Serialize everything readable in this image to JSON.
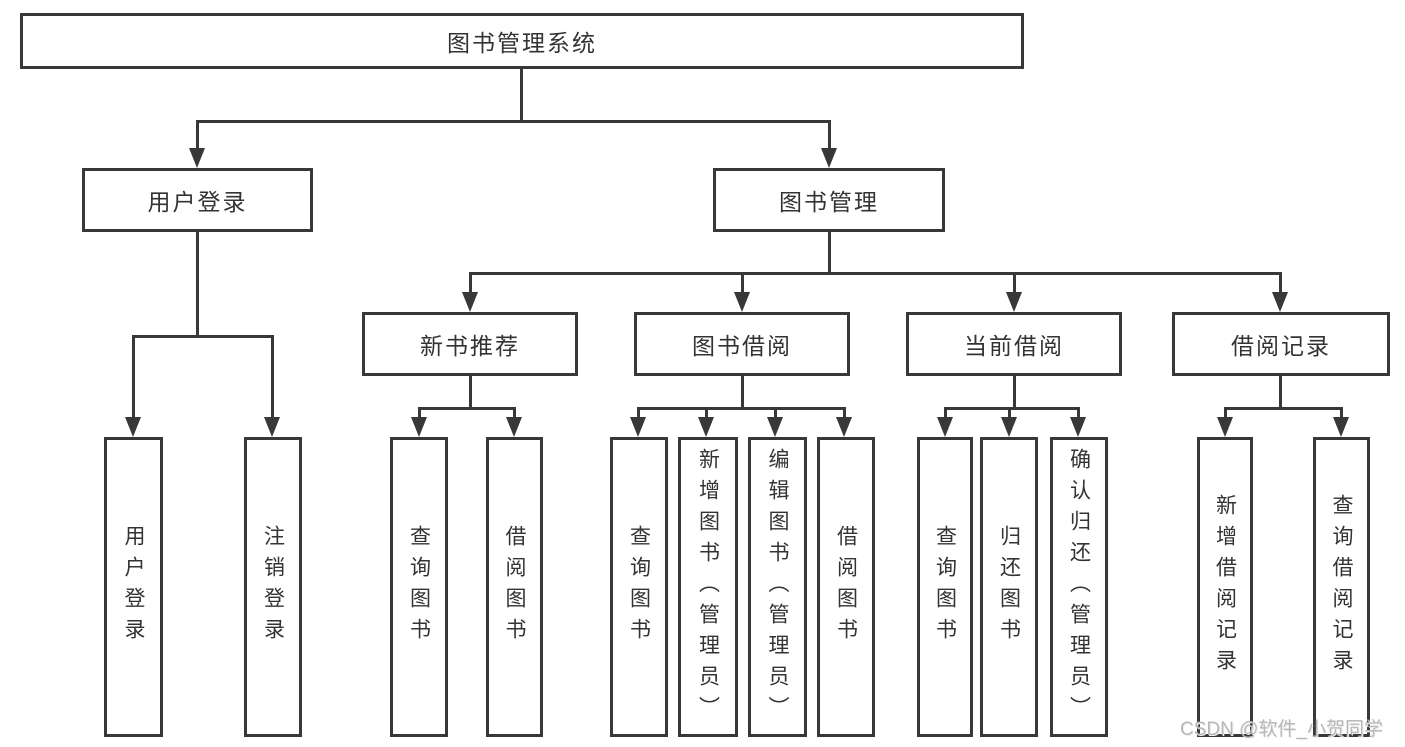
{
  "diagram": {
    "root_label": "图书管理系统",
    "level2": [
      {
        "label": "用户登录"
      },
      {
        "label": "图书管理"
      }
    ],
    "level3": [
      {
        "label": "新书推荐"
      },
      {
        "label": "图书借阅"
      },
      {
        "label": "当前借阅"
      },
      {
        "label": "借阅记录"
      }
    ],
    "groups": [
      {
        "parent": "用户登录",
        "children": [
          {
            "label": "用户登录"
          },
          {
            "label": "注销登录"
          }
        ]
      },
      {
        "parent": "新书推荐",
        "children": [
          {
            "label": "查询图书"
          },
          {
            "label": "借阅图书"
          }
        ]
      },
      {
        "parent": "图书借阅",
        "children": [
          {
            "label": "查询图书"
          },
          {
            "label": "新增图书（管理员）"
          },
          {
            "label": "编辑图书（管理员）"
          },
          {
            "label": "借阅图书"
          }
        ]
      },
      {
        "parent": "当前借阅",
        "children": [
          {
            "label": "查询图书"
          },
          {
            "label": "归还图书"
          },
          {
            "label": "确认归还（管理员）"
          }
        ]
      },
      {
        "parent": "借阅记录",
        "children": [
          {
            "label": "新增借阅记录"
          },
          {
            "label": "查询借阅记录"
          }
        ]
      }
    ]
  },
  "watermark": {
    "text": "CSDN @软件_小贺同学"
  },
  "colors": {
    "line": "#383838",
    "text": "#333333",
    "background": "#ffffff",
    "watermark": "#b8b8b8"
  }
}
